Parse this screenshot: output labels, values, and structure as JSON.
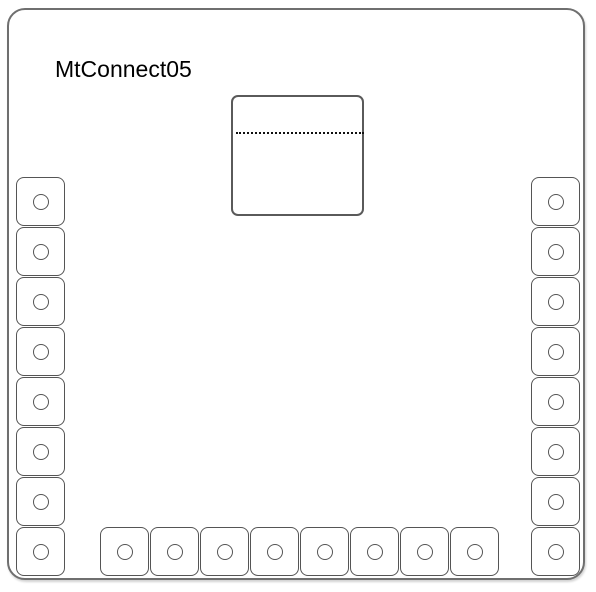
{
  "board": {
    "title": "MtConnect05"
  },
  "pads": {
    "left_column_count": 8,
    "right_column_count": 8,
    "bottom_row_count": 8
  },
  "colors": {
    "outline": "#6f6f6f",
    "pad_outline": "#555555",
    "background": "#ffffff",
    "text": "#000000"
  }
}
